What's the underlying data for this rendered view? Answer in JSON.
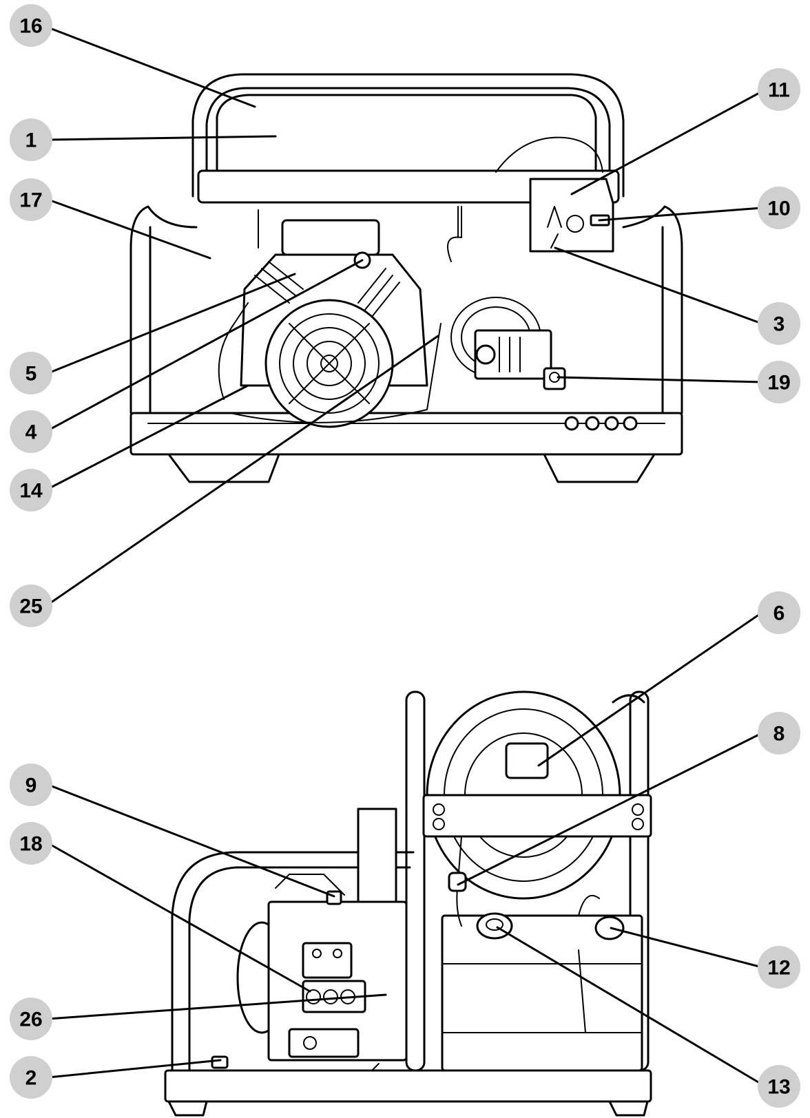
{
  "callouts": {
    "c16": "16",
    "c1": "1",
    "c17": "17",
    "c5": "5",
    "c4": "4",
    "c14": "14",
    "c25": "25",
    "c11": "11",
    "c10": "10",
    "c3": "3",
    "c19": "19",
    "c6": "6",
    "c8": "8",
    "c9": "9",
    "c18": "18",
    "c26": "26",
    "c2": "2",
    "c12": "12",
    "c13": "13"
  },
  "colors": {
    "badge": "#cfcfcf",
    "line": "#000000",
    "background": "#ffffff"
  }
}
